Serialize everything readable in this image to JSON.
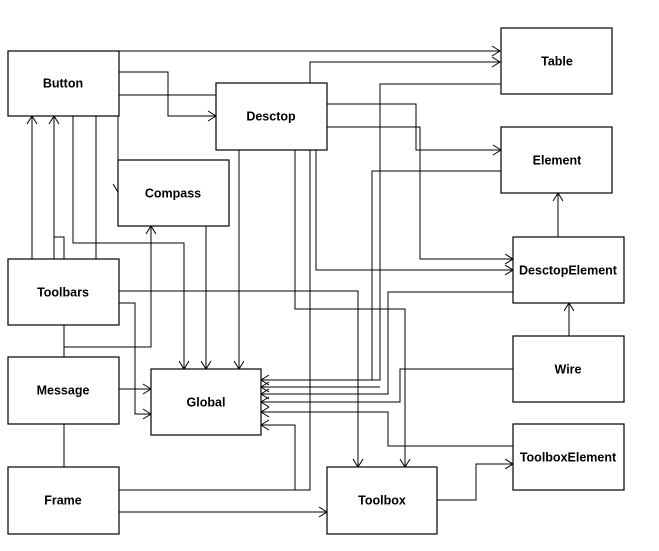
{
  "nodes": {
    "button": "Button",
    "desctop": "Desctop",
    "table": "Table",
    "element": "Element",
    "compass": "Compass",
    "desctop_element": "DesctopElement",
    "toolbars": "Toolbars",
    "wire": "Wire",
    "message": "Message",
    "global": "Global",
    "toolbox_element": "ToolboxElement",
    "frame": "Frame",
    "toolbox": "Toolbox"
  },
  "colors": {
    "line": "#000000",
    "box_fill": "#ffffff"
  }
}
